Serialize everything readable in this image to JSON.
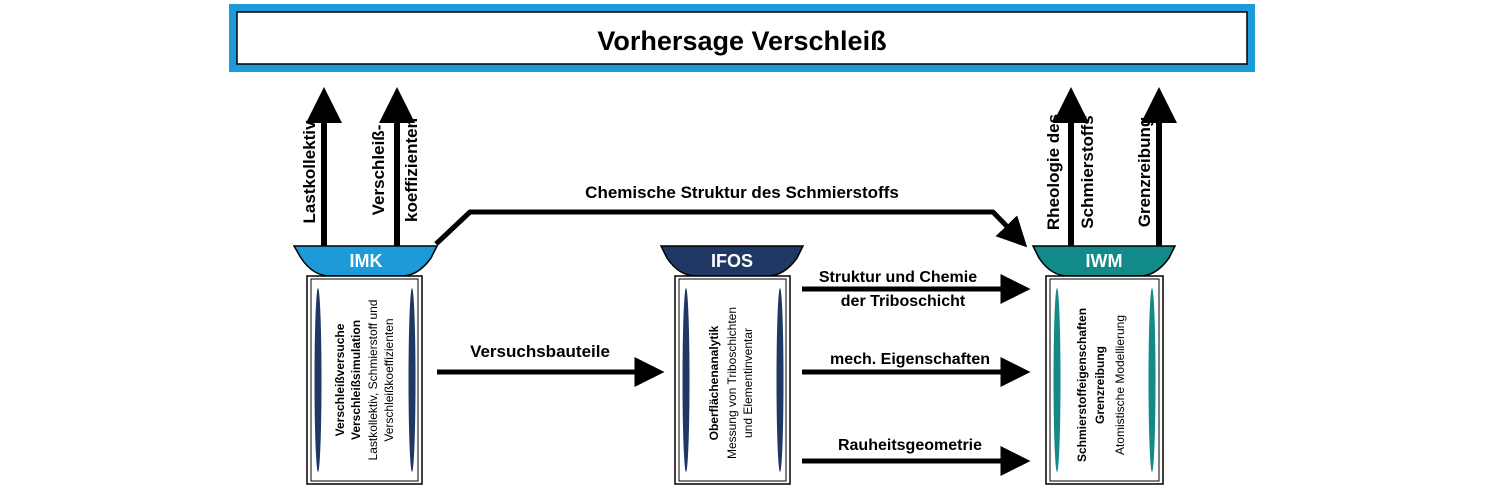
{
  "banner": {
    "title": "Vorhersage Verschleiß"
  },
  "colors": {
    "banner_border": "#1c9bd8",
    "imk": "#1c9bd8",
    "ifos": "#1f3864",
    "iwm": "#138a8a",
    "dark_navy": "#1f3864",
    "arrow": "#000000"
  },
  "pillars": {
    "imk": {
      "name": "IMK",
      "line1": "Verschleißversuche",
      "line2": "Verschleißsimulation",
      "line3": "Lastkollektiv, Schmierstoff und",
      "line4": "Verschleißkoeffizienten"
    },
    "ifos": {
      "name": "IFOS",
      "line1": "Oberflächenanalytik",
      "line2": "Messung von Triboschichten",
      "line3": "und Elementinventar"
    },
    "iwm": {
      "name": "IWM",
      "line1": "Schmierstoffeigenschaften",
      "line2": "Grenzreibung",
      "line3": "Atomistische Modellierung"
    }
  },
  "vertical_labels": {
    "lastkollektiv": "Lastkollektiv",
    "verschleiss_1": "Verschleiß-",
    "verschleiss_2": "koeffizienten",
    "rheologie_1": "Rheologie des",
    "rheologie_2": "Schmierstoffs",
    "grenzreibung": "Grenzreibung"
  },
  "flow_labels": {
    "chemische": "Chemische Struktur des Schmierstoffs",
    "versuchsbauteile": "Versuchsbauteile",
    "struktur_1": "Struktur und Chemie",
    "struktur_2": "der Triboschicht",
    "mech": "mech. Eigenschaften",
    "rauheit": "Rauheitsgeometrie"
  }
}
